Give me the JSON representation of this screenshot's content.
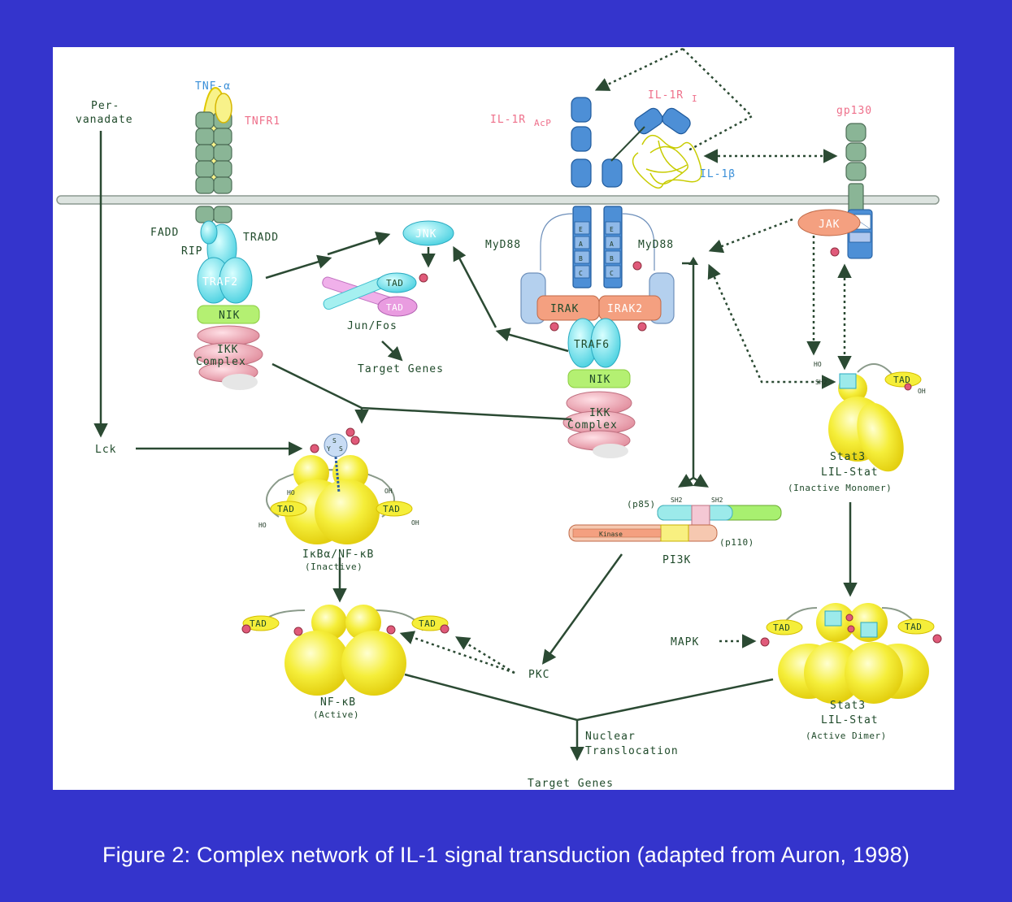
{
  "caption": "Figure 2: Complex network of IL-1 signal transduction (adapted from Auron, 1998)",
  "colors": {
    "background": "#3434cc",
    "panel": "#ffffff",
    "arrow": "#2b4a33",
    "stat_yellow": "#f5ee3a",
    "receptor_blue": "#4d8fd6",
    "receptor_green": "#7fa08a"
  },
  "labels": {
    "tnf_alpha": "TNF-α",
    "tnfr1": "TNFR1",
    "pervanadate_1": "Per-",
    "pervanadate_2": "vanadate",
    "fadd": "FADD",
    "rip": "RIP",
    "tradd": "TRADD",
    "traf2": "TRAF2",
    "nik_left": "NIK",
    "ikk_left_1": "IKK",
    "ikk_left_2": "Complex",
    "jnk": "JNK",
    "tad": "TAD",
    "jun_fos": "Jun/Fos",
    "target_genes_1": "Target  Genes",
    "il1racp": "IL-1R",
    "il1racp_sub": "AcP",
    "il1ri": "IL-1R",
    "il1ri_sub": "I",
    "il1b": "IL-1β",
    "gp130": "gp130",
    "myd88_left": "MyD88",
    "myd88_right": "MyD88",
    "domains": [
      "E",
      "A",
      "B",
      "C"
    ],
    "irak": "IRAK",
    "irak2": "IRAK2",
    "traf6": "TRAF6",
    "nik_right": "NIK",
    "ikk_right_1": "IKK",
    "ikk_right_2": "Complex",
    "jak": "JAK",
    "lck": "Lck",
    "ho": "HO",
    "oh": "OH",
    "sh2": "SH2",
    "y": "Y",
    "s": "S",
    "ikba_1": "IκBα/NF-κB",
    "ikba_2": "(Inactive)",
    "stat3_inactive_1": "Stat3",
    "stat3_inactive_2": "LIL-Stat",
    "stat3_inactive_3": "(Inactive  Monomer)",
    "p85": "(p85)",
    "p110": "(p110)",
    "kinase": "Kinase",
    "pi3k": "PI3K",
    "pkc": "PKC",
    "mapk": "MAPK",
    "nfkb_1": "NF-κB",
    "nfkb_2": "(Active)",
    "stat3_active_1": "Stat3",
    "stat3_active_2": "LIL-Stat",
    "stat3_active_3": "(Active  Dimer)",
    "nuclear_1": "Nuclear",
    "nuclear_2": "Translocation",
    "target_genes_2": "Target  Genes"
  }
}
